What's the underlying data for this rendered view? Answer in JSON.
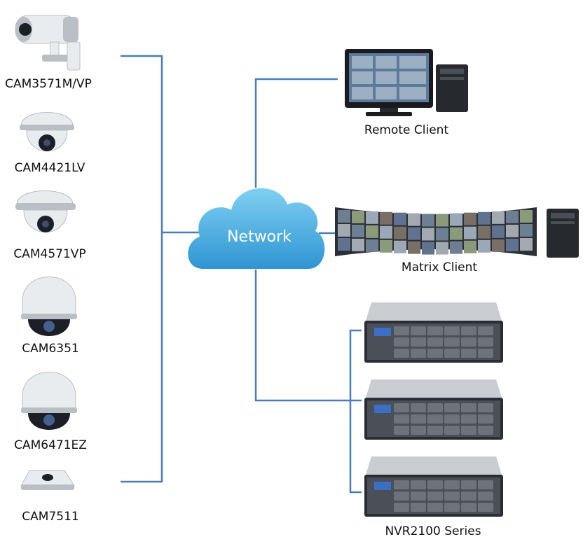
{
  "colors": {
    "link": "#4a7db8",
    "cloud_light": "#7fd0f2",
    "cloud_dark": "#2f95d3",
    "camera_body": "#e9ecef",
    "camera_shade": "#b9bfc5",
    "lens": "#1c1f26",
    "server_dark": "#2a2d33",
    "server_mid": "#4b5058",
    "server_front": "#6e737b",
    "drive_blue": "#3a6fc4",
    "monitor_screen": "#5c7a9a"
  },
  "cloud": {
    "label": "Network",
    "icon": "network-cloud-icon"
  },
  "cameras": [
    {
      "label": "CAM3571M/VP",
      "icon": "bullet-camera-icon"
    },
    {
      "label": "CAM4421LV",
      "icon": "dome-camera-icon"
    },
    {
      "label": "CAM4571VP",
      "icon": "dome-camera-icon"
    },
    {
      "label": "CAM6351",
      "icon": "speed-dome-camera-icon"
    },
    {
      "label": "CAM6471EZ",
      "icon": "speed-dome-camera-icon"
    },
    {
      "label": "CAM7511",
      "icon": "fisheye-camera-icon"
    }
  ],
  "clients": [
    {
      "label": "Remote Client",
      "icon": "workstation-monitor-icon"
    },
    {
      "label": "Matrix Client",
      "icon": "video-wall-icon"
    }
  ],
  "nvr": {
    "label": "NVR2100 Series",
    "icon": "rack-server-icon",
    "units": 3
  }
}
